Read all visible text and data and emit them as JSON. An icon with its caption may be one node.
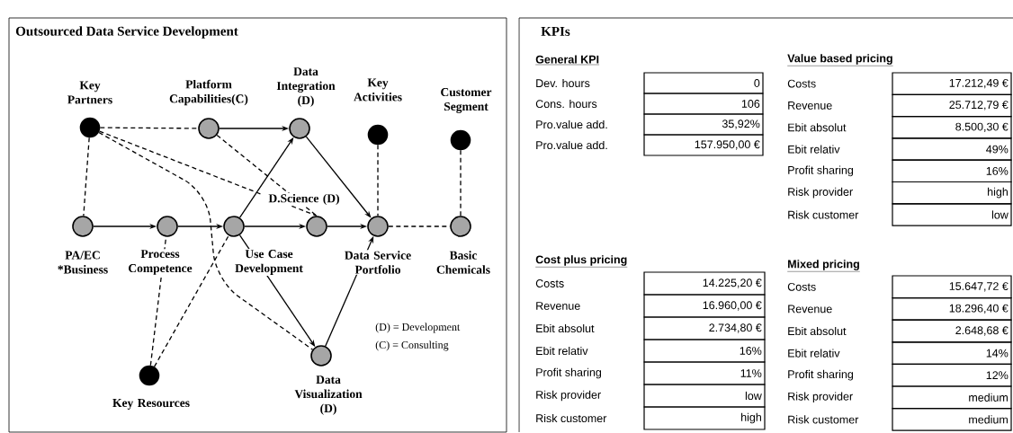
{
  "diagram": {
    "title": "Outsourced Data Service Development",
    "nodes": [
      {
        "text": [
          "Key Partners"
        ]
      },
      {
        "text": [
          "Platform Capabilities(C)"
        ]
      },
      {
        "text": [
          "Data Integration (D)"
        ]
      },
      {
        "text": [
          "Key Activities"
        ]
      },
      {
        "text": [
          "Customer Segment"
        ]
      },
      {
        "text": [
          "PA/EC *Business"
        ]
      },
      {
        "text": [
          "Process Competence"
        ]
      },
      {
        "text": [
          "Use Case Development"
        ]
      },
      {
        "text": [
          "D.Science (D)"
        ]
      },
      {
        "text": [
          "Data Service Portfolio"
        ]
      },
      {
        "text": [
          "Basic Chemicals"
        ]
      },
      {
        "text": [
          "Key Resources"
        ]
      },
      {
        "text": [
          "Data Visualization (D)"
        ]
      }
    ],
    "edges": [
      {
        "from": 1,
        "to": 2,
        "arrow": "to"
      },
      {
        "from": 5,
        "to": 6,
        "arrow": "to"
      },
      {
        "from": 6,
        "to": 7,
        "arrow": "to"
      },
      {
        "from": 7,
        "to": 2,
        "arrow": "to"
      },
      {
        "from": 7,
        "to": 8,
        "arrow": "to"
      },
      {
        "from": 8,
        "to": 9,
        "arrow": "to"
      },
      {
        "from": 2,
        "to": 9,
        "arrow": "to"
      },
      {
        "from": 7,
        "to": 12,
        "arrow": "to"
      },
      {
        "from": 12,
        "to": 9,
        "arrow": "to"
      },
      {
        "from": 0,
        "to": 1,
        "arrow": "none",
        "style": "dashed"
      },
      {
        "from": 0,
        "to": 5,
        "arrow": "none",
        "style": "dashed"
      },
      {
        "from": 0,
        "to": 8,
        "arrow": "none",
        "style": "dashed"
      },
      {
        "from": 1,
        "to": 8,
        "arrow": "none",
        "style": "dashed"
      },
      {
        "from": 0,
        "to": 12,
        "arrow": "none",
        "style": "dashed"
      },
      {
        "from": 11,
        "to": 6,
        "arrow": "none",
        "style": "dashed"
      },
      {
        "from": 11,
        "to": 7,
        "arrow": "none",
        "style": "dashed"
      },
      {
        "from": 3,
        "to": 9,
        "arrow": "none",
        "style": "dashed"
      },
      {
        "from": 4,
        "to": 10,
        "arrow": "none",
        "style": "dashed"
      },
      {
        "from": 9,
        "to": 10,
        "arrow": "none",
        "style": "dashed"
      }
    ],
    "labels": [
      "(D) = Development",
      "(C) = Consulting",
      "KPIs",
      "General KPI",
      "Dev. hours",
      "0",
      "Cons. hours",
      "106",
      "Pro.value add.",
      "35,92%",
      "Pro.value add.",
      "157.950,00 €",
      "Value based pricing",
      "Costs",
      "17.212,49 €",
      "Revenue",
      "25.712,79 €",
      "Ebit absolut",
      "8.500,30 €",
      "Ebit relativ",
      "49%",
      "Profit sharing",
      "16%",
      "Risk provider",
      "high",
      "Risk customer",
      "low",
      "Cost plus pricing",
      "Costs",
      "14.225,20 €",
      "Revenue",
      "16.960,00 €",
      "Ebit absolut",
      "2.734,80 €",
      "Ebit relativ",
      "16%",
      "Profit sharing",
      "11%",
      "Risk provider",
      "low",
      "Risk customer",
      "high",
      "Mixed pricing",
      "Costs",
      "15.647,72 €",
      "Revenue",
      "18.296,40 €",
      "Ebit absolut",
      "2.648,68 €",
      "Ebit relativ",
      "14%",
      "Profit sharing",
      "12%",
      "Risk provider",
      "medium",
      "Risk customer",
      "medium"
    ]
  }
}
